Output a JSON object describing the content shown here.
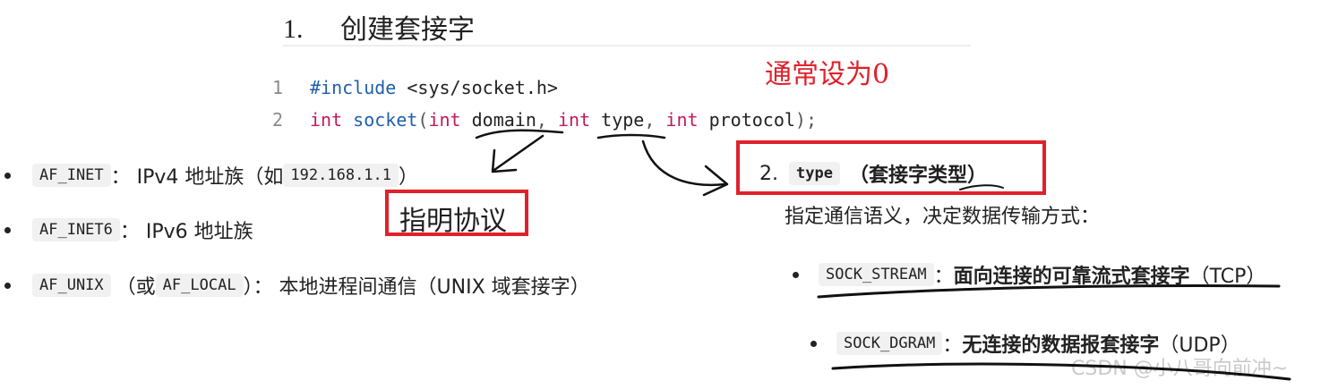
{
  "heading": {
    "number": "1.",
    "title": "创建套接字"
  },
  "code": {
    "lines": [
      {
        "num": "1",
        "pre": "#include",
        "rest": " <sys/socket.h>"
      },
      {
        "num": "2",
        "t1": "int",
        "fn": " socket",
        "p1": "(",
        "t2": "int",
        "a1": " domain",
        "c1": ", ",
        "t3": "int",
        "a2": " type",
        "c2": ", ",
        "t4": "int",
        "a3": " protocol",
        "end": ");"
      }
    ]
  },
  "annotations": {
    "usually_zero": "通常设为0",
    "specify_protocol": "指明协议"
  },
  "domain_list": [
    {
      "code": "AF_INET",
      "text1": "：  IPv4 地址族（如 ",
      "code2": "192.168.1.1",
      "text2": " ）"
    },
    {
      "code": "AF_INET6",
      "text1": "：  IPv6 地址族"
    },
    {
      "code": "AF_UNIX",
      "text1": "（或 ",
      "code2": "AF_LOCAL",
      "text2": " ）：  本地进程间通信（UNIX 域套接字）"
    }
  ],
  "type_section": {
    "number": "2.",
    "code": "type",
    "title": "（套接字类型）",
    "desc": "指定通信语义，决定数据传输方式：",
    "items": [
      {
        "code": "SOCK_STREAM",
        "sep": "：",
        "bold": "面向连接的可靠流式套接字",
        "tail": "（TCP）"
      },
      {
        "code": "SOCK_DGRAM",
        "sep": "：",
        "bold": "无连接的数据报套接字",
        "tail": "（UDP）"
      }
    ]
  },
  "watermark": "CSDN @小八哥向前冲~",
  "colors": {
    "annotation_red": "#e0212b",
    "keyword_pink": "#c2185b",
    "keyword_blue": "#1f5fa8"
  }
}
